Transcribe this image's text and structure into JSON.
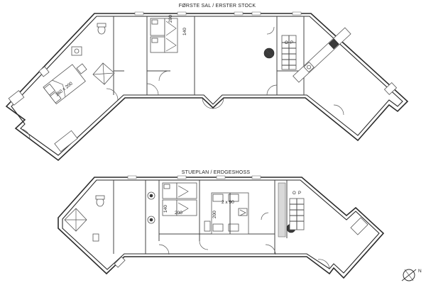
{
  "floors": {
    "upper": {
      "title": "FØRSTE SAL / ERSTER STOCK",
      "bed_labels": [
        {
          "id": "upper-bedroom-left-bed",
          "text": "160 x 200"
        },
        {
          "id": "upper-bunk-width",
          "text": "140"
        },
        {
          "id": "upper-bunk-length",
          "text": "200"
        }
      ],
      "stair_labels": [
        "O",
        "P"
      ]
    },
    "ground": {
      "title": "STUEPLAN / ERDGESHOSS",
      "bed_labels": [
        {
          "id": "ground-bunk-width",
          "text": "140"
        },
        {
          "id": "ground-bunk-length",
          "text": "200"
        },
        {
          "id": "ground-double-size",
          "text": "2 x 90"
        },
        {
          "id": "ground-double-length",
          "text": "200"
        }
      ],
      "stair_labels": [
        "O",
        "P"
      ]
    }
  },
  "compass": {
    "label": "N"
  }
}
